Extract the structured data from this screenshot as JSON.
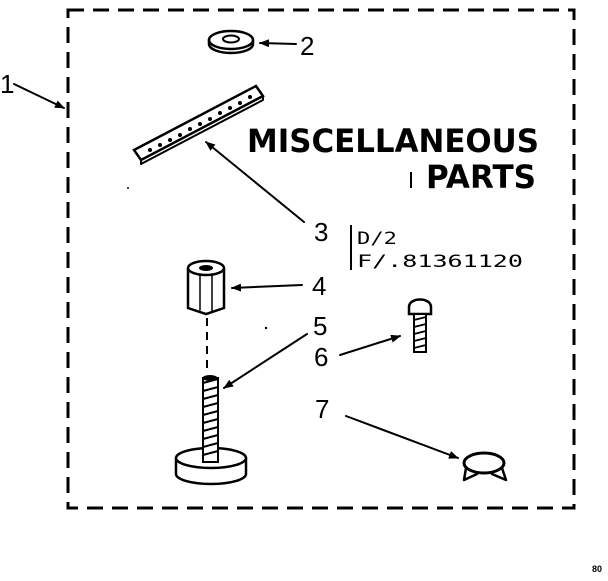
{
  "title": {
    "line1": "MISCELLANEOUS",
    "line2": "PARTS"
  },
  "codes": {
    "line1": "D/2",
    "line2": "F/.81361120"
  },
  "callouts": {
    "c1": "1",
    "c2": "2",
    "c3": "3",
    "c4": "4",
    "c5": "5",
    "c6": "6",
    "c7": "7"
  },
  "footer_mark": "80"
}
